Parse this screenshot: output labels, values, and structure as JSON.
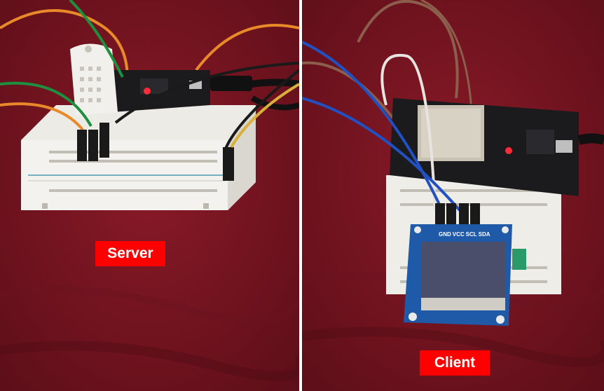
{
  "labels": {
    "server": "Server",
    "client": "Client"
  },
  "pin_header": {
    "gnd": "GND",
    "vcc": "VCC",
    "scl": "SCL",
    "sda": "SDA"
  },
  "colors": {
    "background_fabric": "#7a1420",
    "label_bg": "#ff0000",
    "label_text": "#ffffff",
    "breadboard": "#ecebe6",
    "board_black": "#1b1b1d",
    "oled_blue": "#1f5aa8",
    "oled_screen": "#4b4e6a",
    "wire_orange": "#e88a2a",
    "wire_green": "#1e8f3e",
    "wire_blue": "#2150c2",
    "wire_brown": "#8c5e4c",
    "wire_white": "#e8e3de",
    "wire_black": "#1a1a1a",
    "wire_yellow": "#d8b03a"
  }
}
